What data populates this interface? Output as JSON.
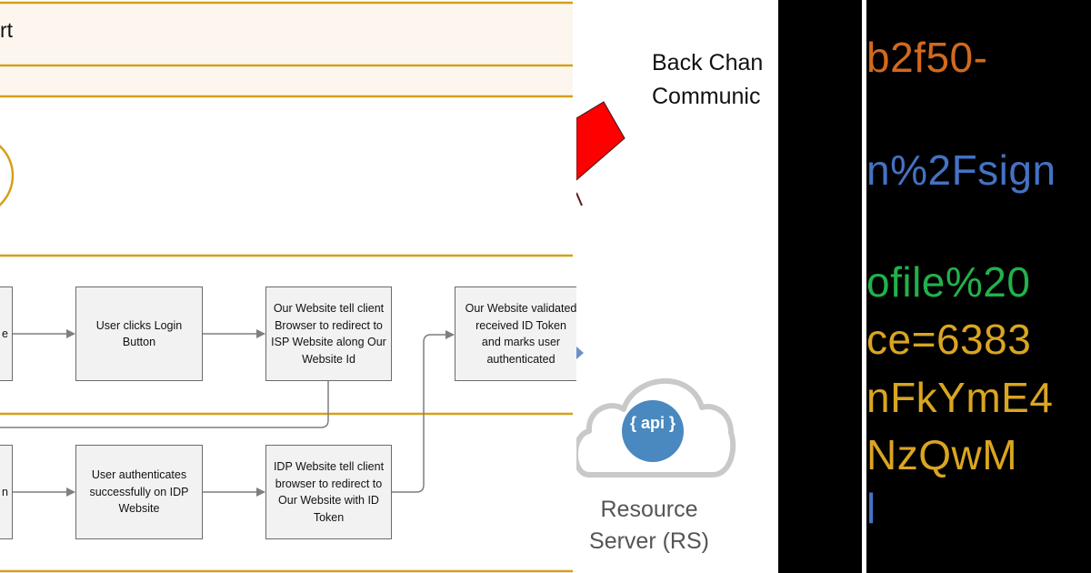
{
  "flow": {
    "lane_title": "rt",
    "boxes": [
      {
        "id": "b1",
        "text": "User clicks Login Button"
      },
      {
        "id": "b2",
        "text": "Our Website tell client Browser to redirect to ISP Website along Our Website Id"
      },
      {
        "id": "b3",
        "text": "Our Website validated received ID Token and marks user authenticated"
      },
      {
        "id": "b4",
        "text": "User authenticates successfully on IDP Website"
      },
      {
        "id": "b5",
        "text": "IDP Website tell client browser to redirect to Our Website with ID Token"
      },
      {
        "id": "p1",
        "text": "e"
      },
      {
        "id": "p2",
        "text": "d n"
      }
    ]
  },
  "resource_panel": {
    "back_channel_line1": "Back Chan",
    "back_channel_line2": "Communic",
    "api_label": "{ api }",
    "server_line1": "Resource",
    "server_line2": "Server (RS)",
    "colors": {
      "arrow": "#ff0000",
      "cloud_stroke": "#c9c9c9",
      "api_circle": "#4a88c0"
    }
  },
  "url_panel": {
    "fragments": [
      {
        "text": "b2f50-",
        "color": "#d2691e"
      },
      {
        "text": "n%2Fsign",
        "color": "#4472c4"
      },
      {
        "text": "ofile%20",
        "color": "#22b14c"
      },
      {
        "text": "ce=6383",
        "color": "#daa520"
      },
      {
        "text": "nFkYmE4",
        "color": "#daa520"
      },
      {
        "text": "NzQwM",
        "color": "#daa520"
      },
      {
        "text": "l",
        "color": "#4472c4"
      }
    ]
  },
  "colors": {
    "lane_border": "#d4a017",
    "lane_fill": "#fdf6ef",
    "box_fill": "#f2f2f2",
    "box_border": "#6b6b6b",
    "connector": "#7f7f7f"
  }
}
